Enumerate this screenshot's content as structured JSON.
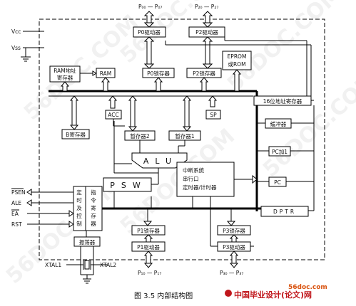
{
  "pins_left": {
    "vcc": "Vcc",
    "vss": "Vss"
  },
  "pins_top": {
    "p0": "P₀₀ — P₀₇",
    "p2": "P₂₀ — P₂₇"
  },
  "pins_bottom": {
    "p1": "P₁₀ — P₁₇",
    "p3": "P₃₀ — P₃₇",
    "xtal1": "XTAL1",
    "xtal2": "XTAL2"
  },
  "control_signals": [
    "PSEN",
    "ALE",
    "EA",
    "RST"
  ],
  "blocks": {
    "p0_driver": "P0驱动器",
    "p2_driver": "P2驱动器",
    "p0_latch": "P0锁存器",
    "p2_latch": "P2锁存器",
    "ram_addr_reg": [
      "RAM地址",
      "寄存器"
    ],
    "ram": "RAM",
    "eprom": [
      "EPROM",
      "或ROM"
    ],
    "acc": "ACC",
    "sp": "SP",
    "b_reg": "B寄存器",
    "temp2": "暂存器2",
    "temp1": "暂存器1",
    "alu": "ALU",
    "psw": "PSW",
    "interrupt": [
      "中断系统",
      "串行口",
      "定时器/计时器"
    ],
    "addr16": "16位地址寄存器",
    "buffer": "缓冲器",
    "pc_inc": "PC加1",
    "pc": "PC",
    "dptr": "DPTR",
    "timing_control": [
      "定",
      "时",
      "及",
      "控",
      "制"
    ],
    "instr_reg": [
      "指",
      "令",
      "寄",
      "存",
      "器"
    ],
    "oscillator": "振荡器",
    "p1_latch": "P1锁存器",
    "p1_driver": "P1驱动器",
    "p3_latch": "P3锁存器",
    "p3_driver": "P3驱动器"
  },
  "caption": "图 3.5   内部结构图",
  "watermarks": [
    "56DOC.COM",
    "56DOC.COM",
    "56DOC.COM",
    "56DOC.COM",
    "56DOC.COM",
    "56DOC.COM"
  ],
  "footer": {
    "site": "56doc.com",
    "brand": "中国毕业设计(论文)网"
  }
}
